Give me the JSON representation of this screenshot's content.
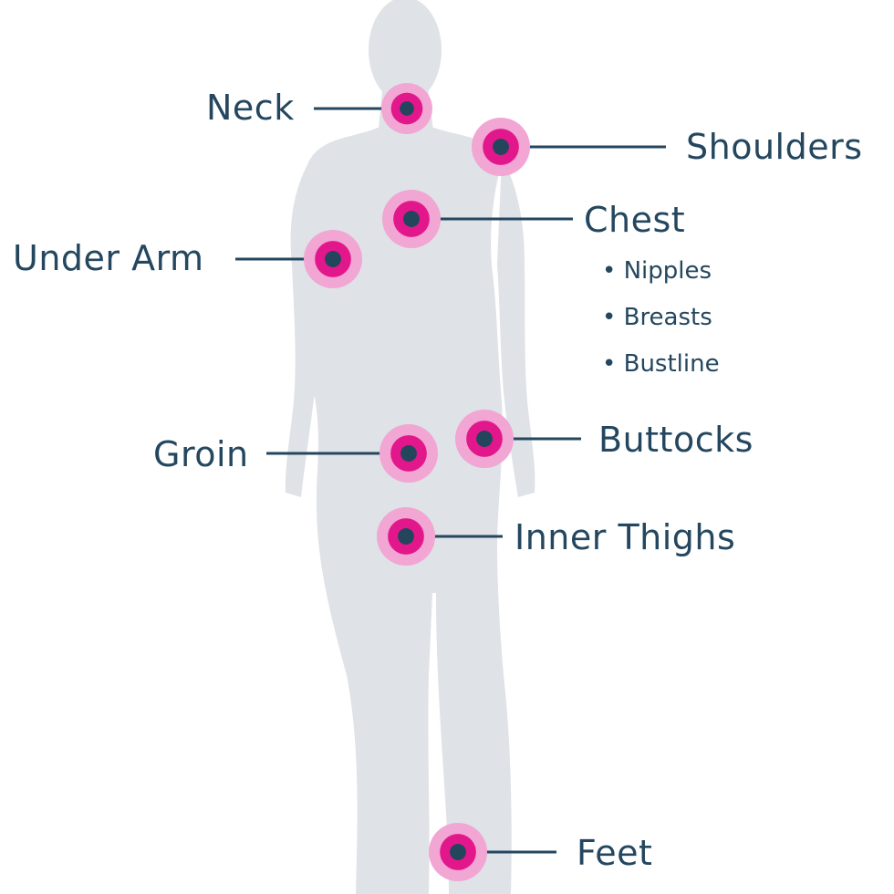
{
  "colors": {
    "silhouette": "#dfe2e6",
    "marker_outer": "#f2a6d3",
    "marker_mid": "#e3178c",
    "marker_center": "#23465d",
    "text": "#24475f",
    "leader": "#24475f"
  },
  "labels": {
    "neck": "Neck",
    "shoulders": "Shoulders",
    "chest": "Chest",
    "under_arm": "Under Arm",
    "groin": "Groin",
    "buttocks": "Buttocks",
    "inner_thighs": "Inner Thighs",
    "feet": "Feet"
  },
  "chest_items": [
    "• Nipples",
    "• Breasts",
    "• Bustline"
  ]
}
